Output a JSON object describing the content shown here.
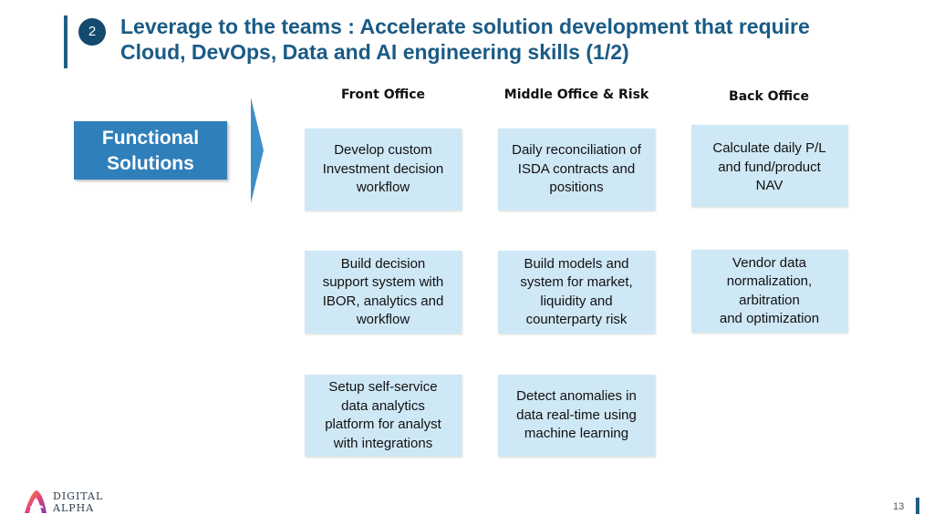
{
  "slide": {
    "step_number": "2",
    "title_line1": "Leverage to the teams : Accelerate solution development that require",
    "title_line2": "Cloud, DevOps, Data and AI engineering skills (1/2)",
    "columns": [
      "Front Office",
      "Middle Office & Risk",
      "Back Office"
    ],
    "row_label": [
      "Functional",
      "Solutions"
    ],
    "cards": {
      "front": [
        [
          "Develop custom",
          "Investment decision",
          "workflow"
        ],
        [
          "Build decision",
          "support system with",
          "IBOR, analytics and",
          "workflow"
        ],
        [
          "Setup self-service",
          "data analytics",
          "platform for analyst",
          "with integrations"
        ]
      ],
      "middle": [
        [
          "Daily reconciliation of",
          "ISDA contracts and",
          "positions"
        ],
        [
          "Build models and",
          "system for market,",
          "liquidity and",
          "counterparty risk"
        ],
        [
          "Detect anomalies in",
          "data real-time using",
          "machine learning"
        ]
      ],
      "back": [
        [
          "Calculate daily P/L",
          "and fund/product",
          "NAV"
        ],
        [
          "Vendor data",
          "normalization,",
          "arbitration",
          "and optimization"
        ]
      ]
    }
  },
  "footer": {
    "logo_line1": "DIGITAL",
    "logo_line2": "ALPHA",
    "page_number": "13"
  },
  "colors": {
    "title": "#1a5b86",
    "badge": "#134a6e",
    "row_label": "#2f7fba",
    "card": "#cfe8f6",
    "chevron": "#3c8fc8"
  }
}
